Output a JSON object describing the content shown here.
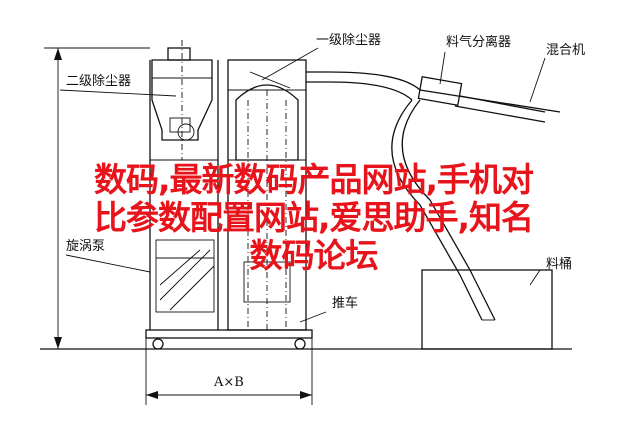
{
  "labels": {
    "cyclone_separator": "一级除尘器",
    "secondary_dust_collector": "二级除尘器",
    "feed_separator": "料气分离器",
    "mixer": "混合机",
    "vortex_pump": "旋涡泵",
    "cart": "推车",
    "bucket": "料桶",
    "dimension": "A×B"
  },
  "overlay": {
    "line1": "数码,最新数码产品网站,手机对",
    "line2": "比参数配置网站,爱思助手,知名",
    "line3": "数码论坛"
  },
  "colors": {
    "overlay_text": "#e8141c",
    "line": "#111111"
  }
}
